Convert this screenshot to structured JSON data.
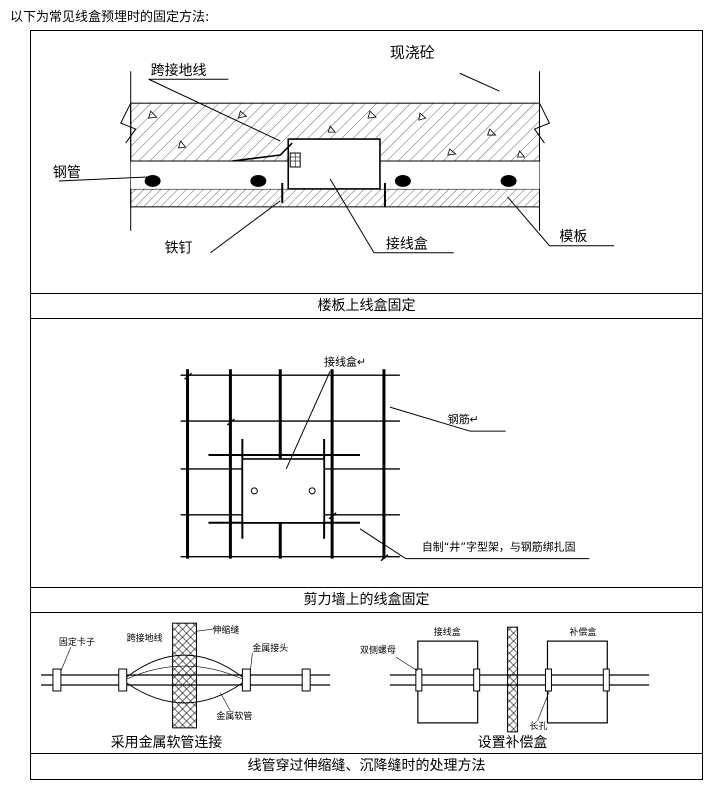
{
  "intro_text": "以下为常见线盒预埋时的固定方法:",
  "panel1": {
    "labels": {
      "concrete": "现浇砼",
      "jumper": "跨接地线",
      "steel_pipe": "钢管",
      "nail": "铁钉",
      "junction_box": "接线盒",
      "formwork": "模板"
    },
    "caption": "楼板上线盒固定"
  },
  "panel2": {
    "labels": {
      "junction_box": "接线盒↵",
      "rebar": "钢筋↵",
      "frame_note": "自制“井”字型架，与钢筋绑扎固"
    },
    "caption": "剪力墙上的线盒固定"
  },
  "panel3": {
    "labels": {
      "clamp": "固定卡子",
      "jumper": "跨接地线",
      "joint": "伸缩缝",
      "connector": "金属接头",
      "hose": "金属软管",
      "nut": "双侧螺母",
      "box1": "接线盒",
      "box2": "补偿盒",
      "slot": "长孔",
      "sub_left": "采用金属软管连接",
      "sub_right": "设置补偿盒"
    },
    "caption": "线管穿过伸缩缝、沉降缝时的处理方法"
  }
}
